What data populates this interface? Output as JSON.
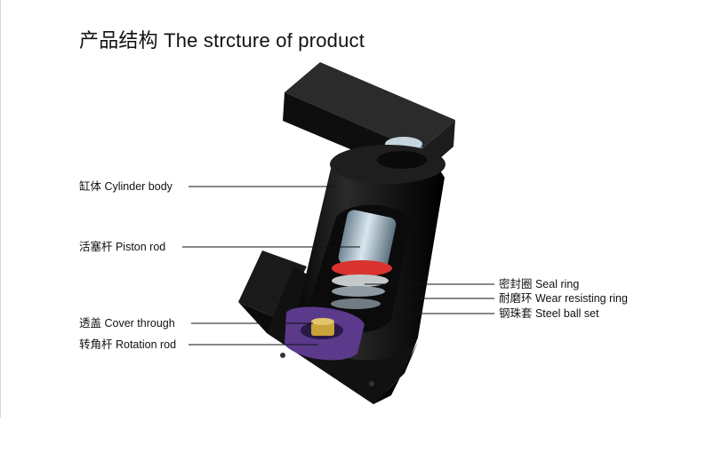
{
  "title": "产品结构 The strcture of product",
  "labels": {
    "cylinder_body": "缸体 Cylinder body",
    "piston_rod": "活塞杆 Piston rod",
    "cover_through": "透盖 Cover through",
    "rotation_rod": "转角杆 Rotation rod",
    "seal_ring": "密封圈 Seal ring",
    "wear_resisting_ring": "耐磨环 Wear resisting ring",
    "steel_ball_set": "钢珠套 Steel ball set"
  },
  "colors": {
    "body": "#141414",
    "rod": "#9fb3bf",
    "seal": "#d8332f",
    "cover": "#5b3a8c"
  }
}
